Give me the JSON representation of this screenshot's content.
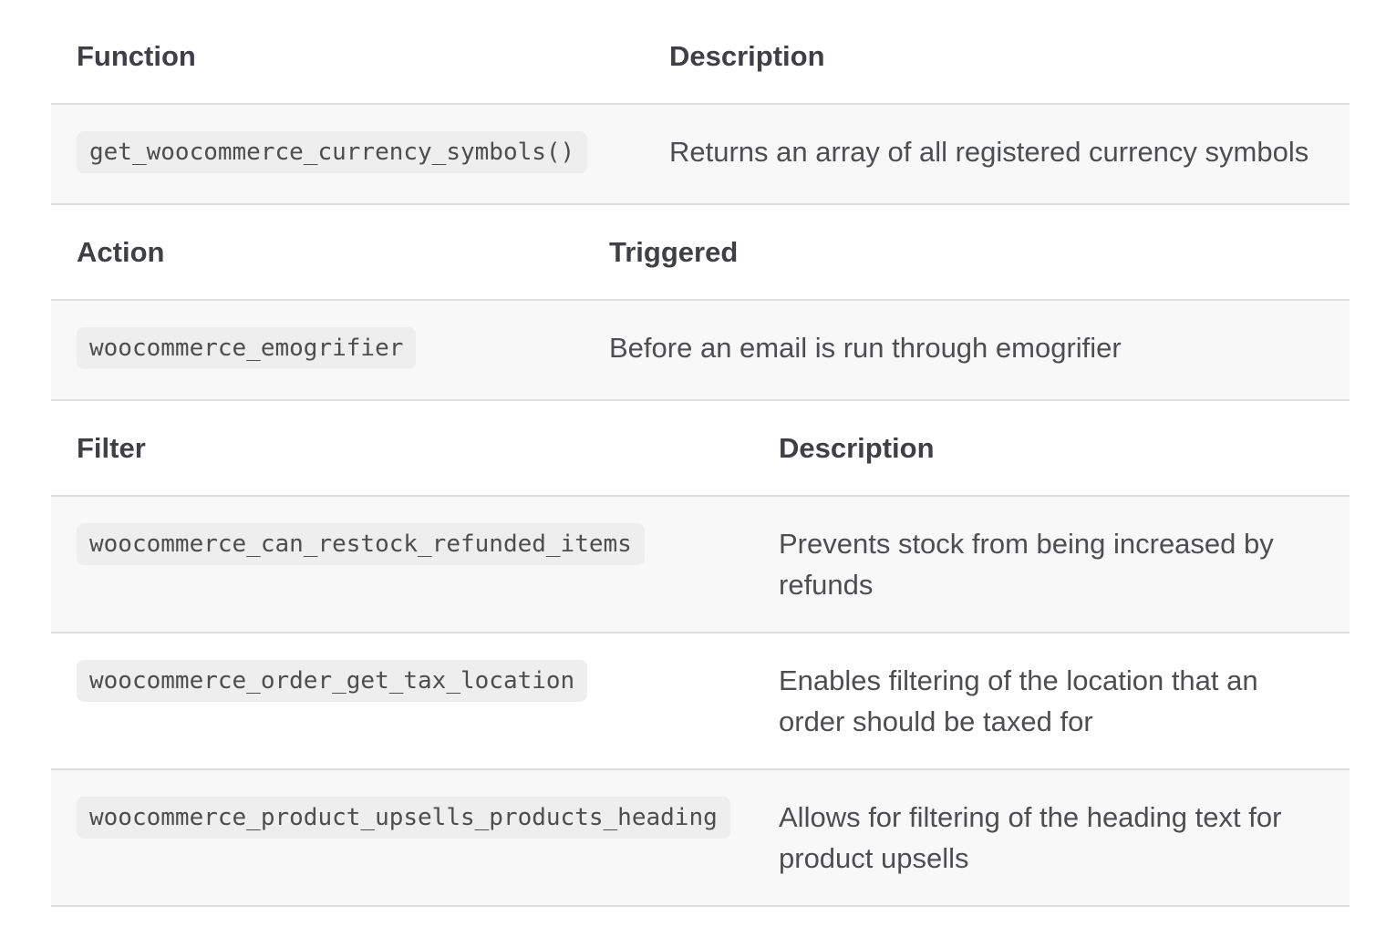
{
  "colors": {
    "row_stripe": "#f8f8f8",
    "border": "#dedede",
    "code_badge_bg": "#eeeeee",
    "header_text": "#3f4045",
    "body_text": "#4c4e52",
    "code_text": "#4d4d4d"
  },
  "tables": [
    {
      "id": "functions",
      "columns": [
        "Function",
        "Description"
      ],
      "rows": [
        {
          "code": "get_woocommerce_currency_symbols()",
          "description": "Returns an array of all registered currency symbols"
        }
      ]
    },
    {
      "id": "actions",
      "columns": [
        "Action",
        "Triggered"
      ],
      "rows": [
        {
          "code": "woocommerce_emogrifier",
          "description": "Before an email is run through emogrifier"
        }
      ]
    },
    {
      "id": "filters",
      "columns": [
        "Filter",
        "Description"
      ],
      "rows": [
        {
          "code": "woocommerce_can_restock_refunded_items",
          "description": "Prevents stock from being increased by\nrefunds"
        },
        {
          "code": "woocommerce_order_get_tax_location",
          "description": "Enables filtering of the location that an\norder should be taxed for"
        },
        {
          "code": "woocommerce_product_upsells_products_heading",
          "description": "Allows for filtering of the heading text for\nproduct upsells"
        }
      ]
    }
  ]
}
